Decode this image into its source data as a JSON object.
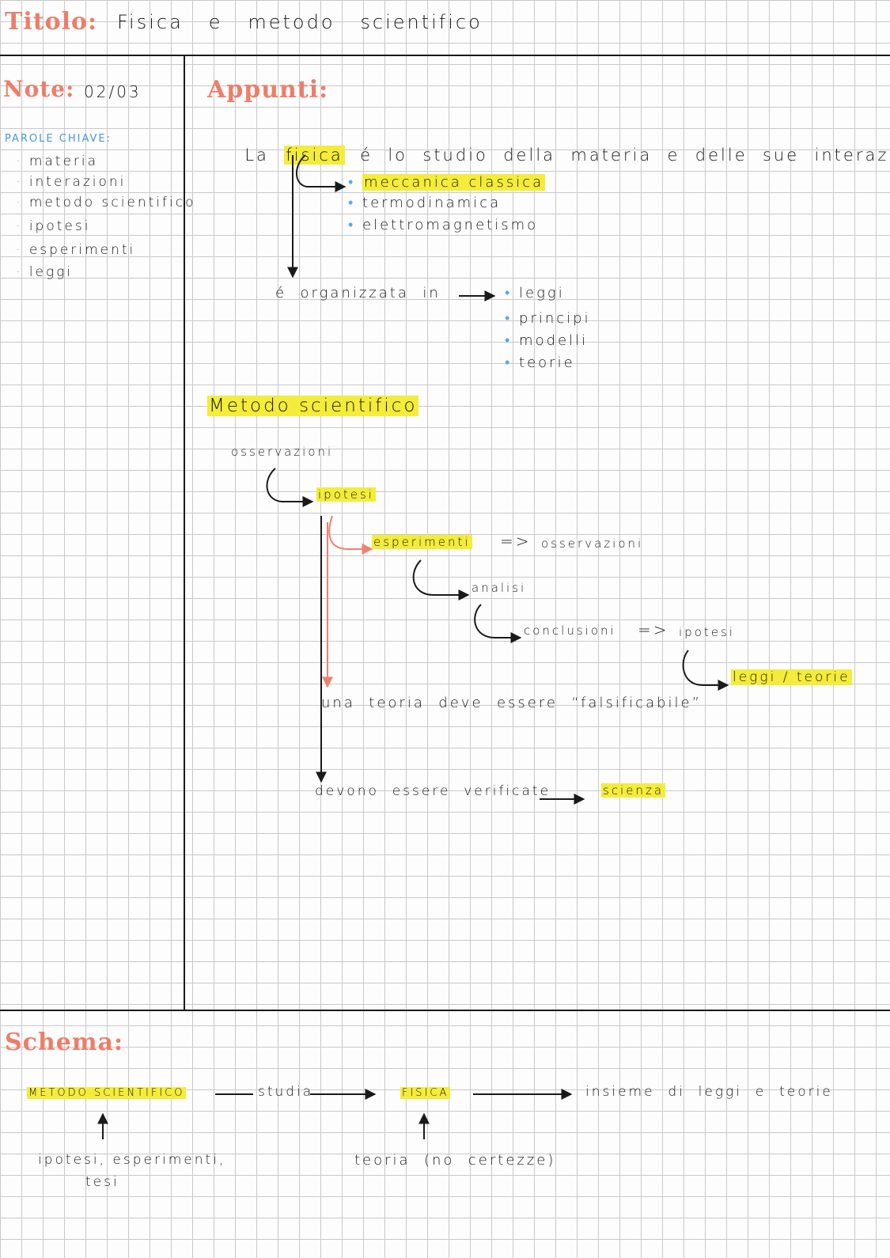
{
  "header": {
    "title_label": "Titolo:",
    "title_text": "Fisica   e   metodo   scientifico"
  },
  "sidebar": {
    "note_label": "Note:",
    "date": "02/03",
    "keywords_title": "PAROLE CHIAVE:",
    "keywords": [
      "materia",
      "interazioni",
      "metodo scientifico",
      "ipotesi",
      "esperimenti",
      "leggi"
    ]
  },
  "appunti": {
    "label": "Appunti:",
    "intro_prefix": "La",
    "intro_highlight": "fisica",
    "intro_rest": "é  lo  studio  della  materia  e  delle  sue  interazioni",
    "branches": [
      "meccanica classica",
      "termodinamica",
      "elettromagnetismo"
    ],
    "organized": "é  organizzata  in",
    "organized_items": [
      "leggi",
      "principi",
      "modelli",
      "teorie"
    ],
    "method_title": "Metodo scientifico",
    "flow": {
      "osservazioni": "osservazioni",
      "ipotesi": "ipotesi",
      "esperimenti": "esperimenti",
      "implies_1": "=>",
      "osservazioni_2": "osservazioni",
      "analisi": "analisi",
      "conclusioni": "conclusioni",
      "implies_2": "=>",
      "ipotesi_2": "ipotesi",
      "leggi_teorie": "leggi / teorie",
      "falsificabile": "una  teoria  deve  essere  “falsificabile”",
      "verificate": "devono  essere  verificate",
      "scienza": "scienza"
    }
  },
  "schema": {
    "label": "Schema:",
    "metodo": "METODO SCIENTIFICO",
    "studia": "studia",
    "fisica": "FISICA",
    "insieme": "insieme  di  leggi  e  teorie",
    "sub_left_1": "ipotesi, esperimenti,",
    "sub_left_2": "tesi",
    "sub_right": "teoria  (no  certezze)"
  },
  "colors": {
    "accent": "#ee7d68",
    "highlight": "#f4ec3a",
    "keyword_blue": "#4a97d8",
    "arrow_red": "#f08070",
    "grid": "#c9c9c9"
  }
}
